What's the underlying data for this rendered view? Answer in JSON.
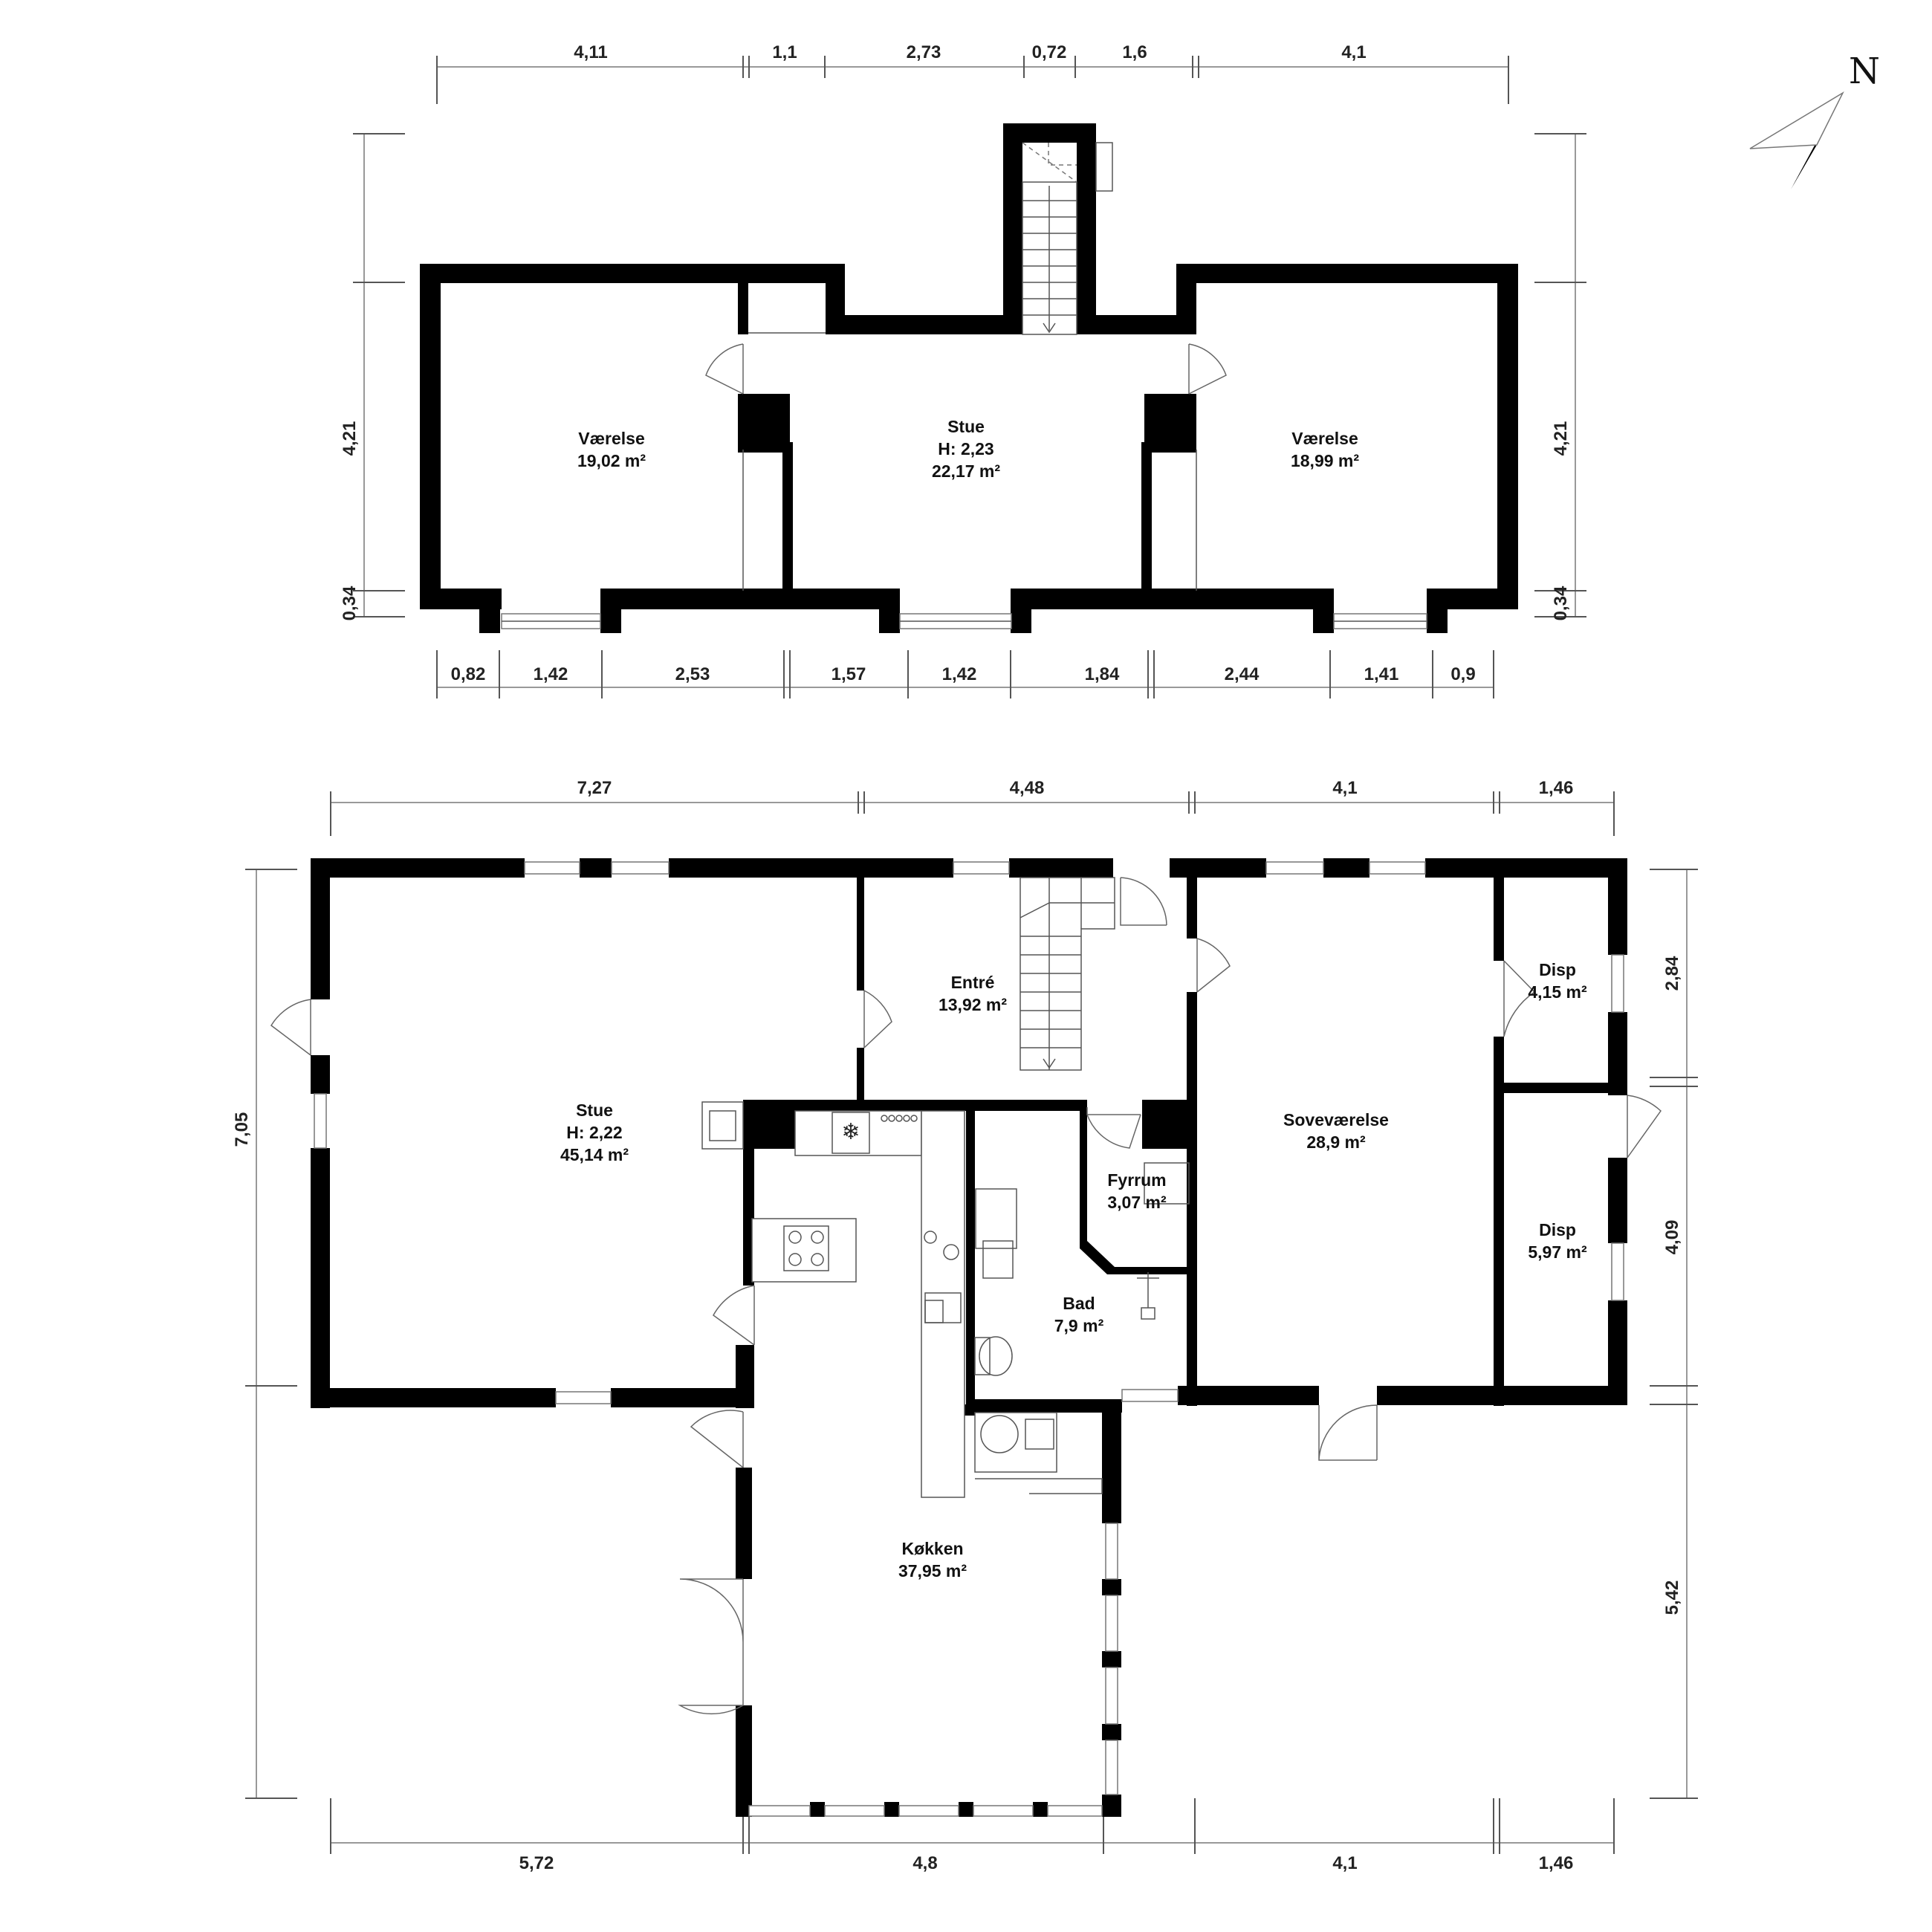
{
  "compass": {
    "label": "N"
  },
  "upper_floor": {
    "dims_top": [
      "4,11",
      "1,1",
      "2,73",
      "0,72",
      "1,6",
      "4,1"
    ],
    "dims_bottom": [
      "0,82",
      "1,42",
      "2,53",
      "1,57",
      "1,42",
      "1,84",
      "2,44",
      "1,41",
      "0,9"
    ],
    "dims_left": [
      "4,21",
      "0,34"
    ],
    "dims_right": [
      "4,21",
      "0,34"
    ],
    "rooms": {
      "vaerelse_west": {
        "name": "Værelse",
        "area": "19,02 m²"
      },
      "stue": {
        "name": "Stue",
        "height": "H: 2,23",
        "area": "22,17 m²"
      },
      "vaerelse_east": {
        "name": "Værelse",
        "area": "18,99 m²"
      }
    }
  },
  "ground_floor": {
    "dims_top": [
      "7,27",
      "4,48",
      "4,1",
      "1,46"
    ],
    "dims_bottom": [
      "5,72",
      "4,8",
      "4,1",
      "1,46"
    ],
    "dims_left": [
      "7,05"
    ],
    "dims_right": [
      "2,84",
      "4,09",
      "5,42"
    ],
    "rooms": {
      "stue": {
        "name": "Stue",
        "height": "H: 2,22",
        "area": "45,14 m²"
      },
      "entre": {
        "name": "Entré",
        "area": "13,92 m²"
      },
      "sovevaerelse": {
        "name": "Soveværelse",
        "area": "28,9 m²"
      },
      "disp_north": {
        "name": "Disp",
        "area": "4,15 m²"
      },
      "disp_south": {
        "name": "Disp",
        "area": "5,97 m²"
      },
      "fyrrum": {
        "name": "Fyrrum",
        "area": "3,07 m²"
      },
      "bad": {
        "name": "Bad",
        "area": "7,9 m²"
      },
      "kokken": {
        "name": "Køkken",
        "area": "37,95 m²"
      }
    }
  }
}
